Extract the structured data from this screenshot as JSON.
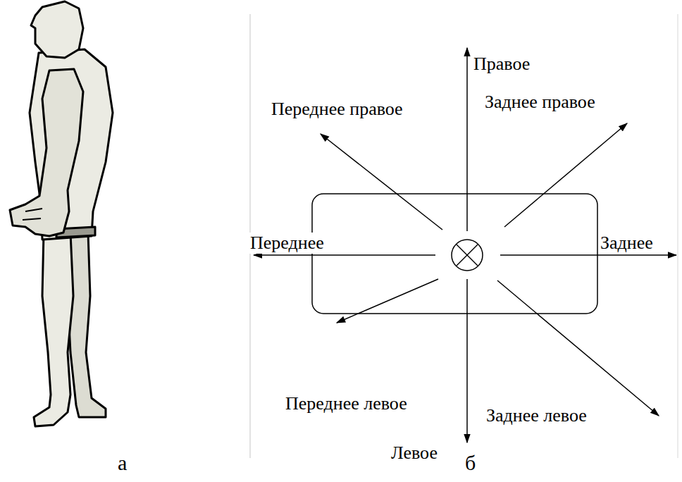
{
  "diagram": {
    "labels": [
      "Правое",
      "Переднее правое",
      "Заднее правое",
      "Переднее",
      "Заднее",
      "Переднее левое",
      "Заднее левое",
      "Левое",
      "а",
      "б"
    ]
  }
}
